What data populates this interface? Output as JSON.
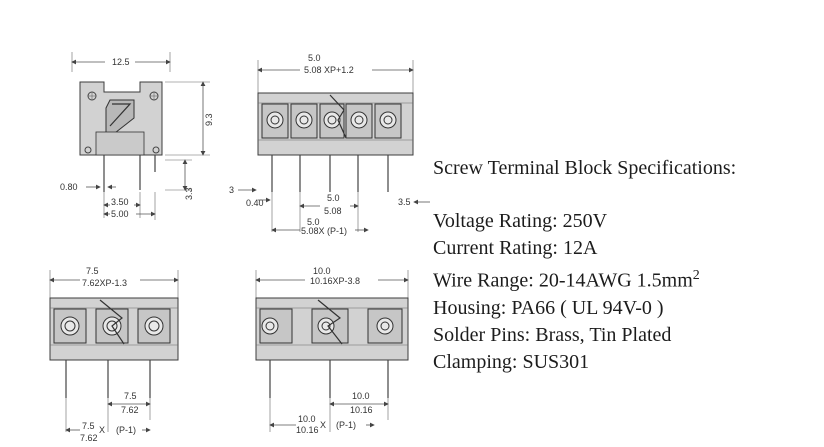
{
  "specs": {
    "heading": "Screw Terminal Block Specifications:",
    "voltage": "Voltage Rating: 250V",
    "current": "Current Rating: 12A",
    "wire_range": "Wire Range: 20-14AWG 1.5mm",
    "wire_range_sup": "2",
    "housing": "Housing: PA66 ( UL 94V-0 )",
    "solder_pins": "Solder Pins:  Brass, Tin Plated",
    "clamping": "Clamping: SUS301"
  },
  "side_view": {
    "width": "12.5",
    "height": "9.3",
    "pin_offset": "0.80",
    "pitch_a": "3.50",
    "pitch_b": "5.00",
    "pin_length": "3.3"
  },
  "top_5mm": {
    "pitch_top": "5.0",
    "overall": "5.08 XP+1.2",
    "left_dim": "3",
    "pin_dia": "0.40",
    "pitch_mid_a": "5.0",
    "pitch_mid_b": "5.08",
    "pitch_bottom_a": "5.0",
    "pitch_bottom_b": "5.08X (P-1)",
    "right_dim": "3.5"
  },
  "bottom_7mm": {
    "pitch_top": "7.5",
    "overall": "7.62XP-1.3",
    "pitch_mid_a": "7.5",
    "pitch_mid_b": "7.62",
    "pitch_bottom_a": "7.5",
    "pitch_bottom_x": "X",
    "pitch_bottom_b": "7.62",
    "pitch_bottom_c": "(P-1)"
  },
  "bottom_10mm": {
    "pitch_top": "10.0",
    "overall": "10.16XP-3.8",
    "pitch_mid_a": "10.0",
    "pitch_mid_b": "10.16",
    "pitch_bottom_a": "10.0",
    "pitch_bottom_x": "X",
    "pitch_bottom_b": "10.16",
    "pitch_bottom_c": "(P-1)"
  }
}
